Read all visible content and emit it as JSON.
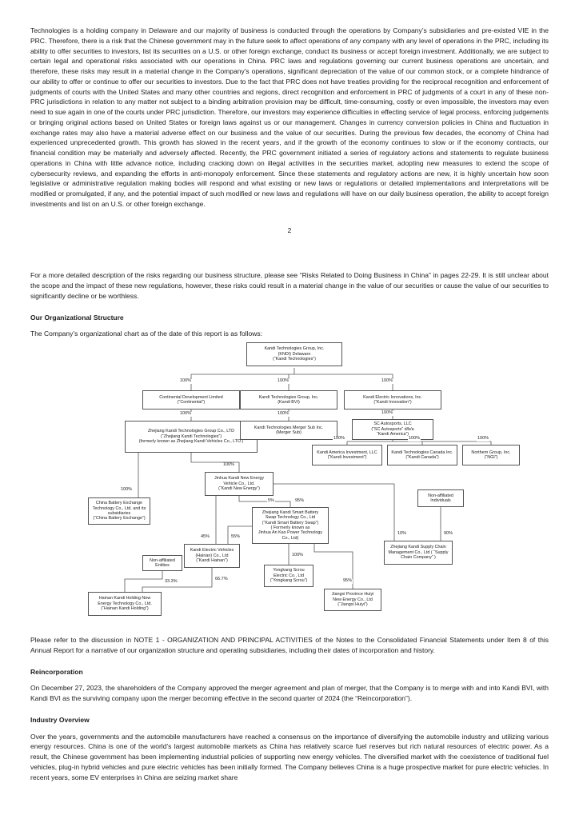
{
  "content": {
    "p_continuation": "Technologies is a holding company in Delaware and our majority of business is conducted through the operations by Company’s subsidiaries and pre-existed VIE in the PRC. Therefore, there is a risk that the Chinese government may in the future seek to affect operations of any company with any level of operations in the PRC, including its ability to offer securities to investors, list its securities on a U.S. or other foreign exchange, conduct its business or accept foreign investment. Additionally, we are subject to certain legal and operational risks associated with our operations in China. PRC laws and regulations governing our current business operations are uncertain, and therefore, these risks may result in a material change in the Company’s operations, significant depreciation of the value of our common stock, or a complete hindrance of our ability to offer or continue to offer our securities to investors. Due to the fact that PRC does not have treaties providing for the reciprocal recognition and enforcement of judgments of courts with the United States and many other countries and regions, direct recognition and enforcement in PRC of judgments of a court in any of these non-PRC jurisdictions in relation to any matter not subject to a binding arbitration provision may be difficult, time-consuming, costly or even impossible, the investors may even need to sue again in one of the courts under PRC jurisdiction. Therefore, our investors may experience difficulties in effecting service of legal process, enforcing judgements or bringing original actions based on United States or foreign laws against us or our management. Changes in currency conversion policies in China and fluctuation in exchange rates may also have a material adverse effect on our business and the value of our securities. During the previous few decades, the economy of China had experienced unprecedented growth. This growth has slowed in the recent years, and if the growth of the economy continues to slow or if the economy contracts, our financial condition may be materially and adversely affected. Recently, the PRC government initiated a series of regulatory actions and statements to regulate business operations in China with little advance notice, including cracking down on illegal activities in the securities market, adopting new measures to extend the scope of cybersecurity reviews, and expanding the efforts in anti-monopoly enforcement. Since these statements and regulatory actions are new, it is highly uncertain how soon legislative or administrative regulation making bodies will respond and what existing or new laws or regulations or detailed implementations and interpretations will be modified or promulgated, if any, and the potential impact of such modified or new laws and regulations will have on our daily business operation, the ability to accept foreign investments and list on an U.S. or other foreign exchange.",
    "page_number": "2",
    "p_risks_detail": "For a more detailed description of the risks regarding our business structure, please see “Risks Related to Doing Business in China” in pages 22-29. It is still unclear about the scope and the impact of these new regulations, however, these risks could result in a material change in the value of our securities or cause the value of our securities to significantly decline or be worthless.",
    "org_heading": "Our Organizational Structure",
    "org_intro": "The Company’s organizational chart as of the date of this report is as follows:",
    "p_note_ref": "Please refer to the discussion in NOTE 1 - ORGANIZATION AND PRINCIPAL ACTIVITIES of the Notes to the Consolidated Financial Statements under Item 8 of this Annual Report for a narrative of our organization structure and operating subsidiaries, including their dates of incorporation and history.",
    "reinc_heading": "Reincorporation",
    "p_reincorporation": "On December 27, 2023, the shareholders of the Company approved the merger agreement and plan of merger, that the Company is to merge with and into Kandi BVI, with Kandi BVI as the surviving company upon the merger becoming effective in the second quarter of 2024 (the “Reincorporation”).",
    "industry_heading": "Industry Overview",
    "p_industry": "Over the years, governments and the automobile manufacturers have reached a consensus on the importance of diversifying the automobile industry and utilizing various energy resources. China is one of the world’s largest automobile markets as China has relatively scarce fuel reserves but rich natural resources of electric power. As a result, the Chinese government has been implementing industrial policies of supporting new energy vehicles. The diversified market with the coexistence of traditional fuel vehicles, plug-in hybrid vehicles and pure electric vehicles has been initially formed. The Company believes China is a huge prospective market for pure electric vehicles. In recent years, some EV enterprises in China are seizing market share"
  },
  "org_chart": {
    "nodes": [
      {
        "id": "root",
        "text": "Kandi Technologies Group, Inc.\n(KNDI) Delaware\n(“Kandi Technologies”)"
      },
      {
        "id": "continental",
        "text": "Continental Development Limited\n(“Continental”)"
      },
      {
        "id": "kandi-bvi",
        "text": "Kandi Technologies Group, Inc.\n(Kandi BVI)"
      },
      {
        "id": "kandi-innovation",
        "text": "Kandi Electric Innovations, Inc.\n(“Kandi Innovation”)"
      },
      {
        "id": "zhejiang-kandi-technologies",
        "text": "Zhejiang Kandi Technologies Group Co., LTD\n(“Zhejiang Kandi Technologies”)\n(formerly known as Zhejiang Kandi Vehicles Co., LTD.)"
      },
      {
        "id": "merger-sub",
        "text": "Kandi Technologies Merger Sub Inc.\n(Merger Sub)"
      },
      {
        "id": "sc-autosports",
        "text": "SC Autosports, LLC\n(“SC Autosports” d/b/a\n“Kandi America”)"
      },
      {
        "id": "kandi-investment",
        "text": "Kandi America Investment, LLC\n(“Kandi Investment”)"
      },
      {
        "id": "kandi-canada",
        "text": "Kandi Technologies Canada Inc.\n(“Kandi Canada”)"
      },
      {
        "id": "northern-group",
        "text": "Northern Group, Inc.\n(“NGI”)"
      },
      {
        "id": "kandi-new-energy",
        "text": "Jinhua Kandi New Energy\nVehicle Co., Ltd.\n(“Kandi New Energy”)"
      },
      {
        "id": "china-battery-exchange",
        "text": "China Battery Exchange\nTechnology Co., Ltd. and its\nsubsidiaries\n(“China Battery Exchange”)"
      },
      {
        "id": "non-affiliated-individuals",
        "text": "Non-affiliated\nIndividuals"
      },
      {
        "id": "kandi-smart-battery-swap",
        "text": "Zhejiang Kandi Smart Battery\nSwap Technology Co., Ltd\n(“Kandi Smart Battery Swap”)\n( Formerly known as\nJinhua An Kao Power Technology\nCo., Ltd)"
      },
      {
        "id": "kandi-hainan",
        "text": "Kandi Electric Vehicles\n(Hainan) Co., Ltd\n(“Kandi Hainan”)"
      },
      {
        "id": "non-affiliated-entities",
        "text": "Non-affiliated\nEntities"
      },
      {
        "id": "supply-chain-company",
        "text": "Zhejiang Kandi Supply Chain\nManagement Co., Ltd ( “Supply\nChain Company” )"
      },
      {
        "id": "yongkang-scrou",
        "text": "Yongkang Scrou\nElectric Co., Ltd\n(“Yongkang Scrou”)"
      },
      {
        "id": "hainan-kandi-holding",
        "text": "Hainan Kandi Holding New\nEnergy Technology Co., Ltd.\n(“Hainan Kandi Holding”)"
      },
      {
        "id": "jiangxi-huiyi",
        "text": "Jiangxi Province Huiyi\nNew Energy Co., Ltd\n(“Jiangxi Huiyi”)"
      }
    ],
    "ownership_labels": [
      "100%",
      "100%",
      "100%",
      "100%",
      "100%",
      "100%",
      "100%",
      "100%",
      "100%",
      "100%",
      "100%",
      "5%",
      "95%",
      "45%",
      "55%",
      "10%",
      "90%",
      "100%",
      "95%",
      "33.3%",
      "66.7%"
    ]
  }
}
